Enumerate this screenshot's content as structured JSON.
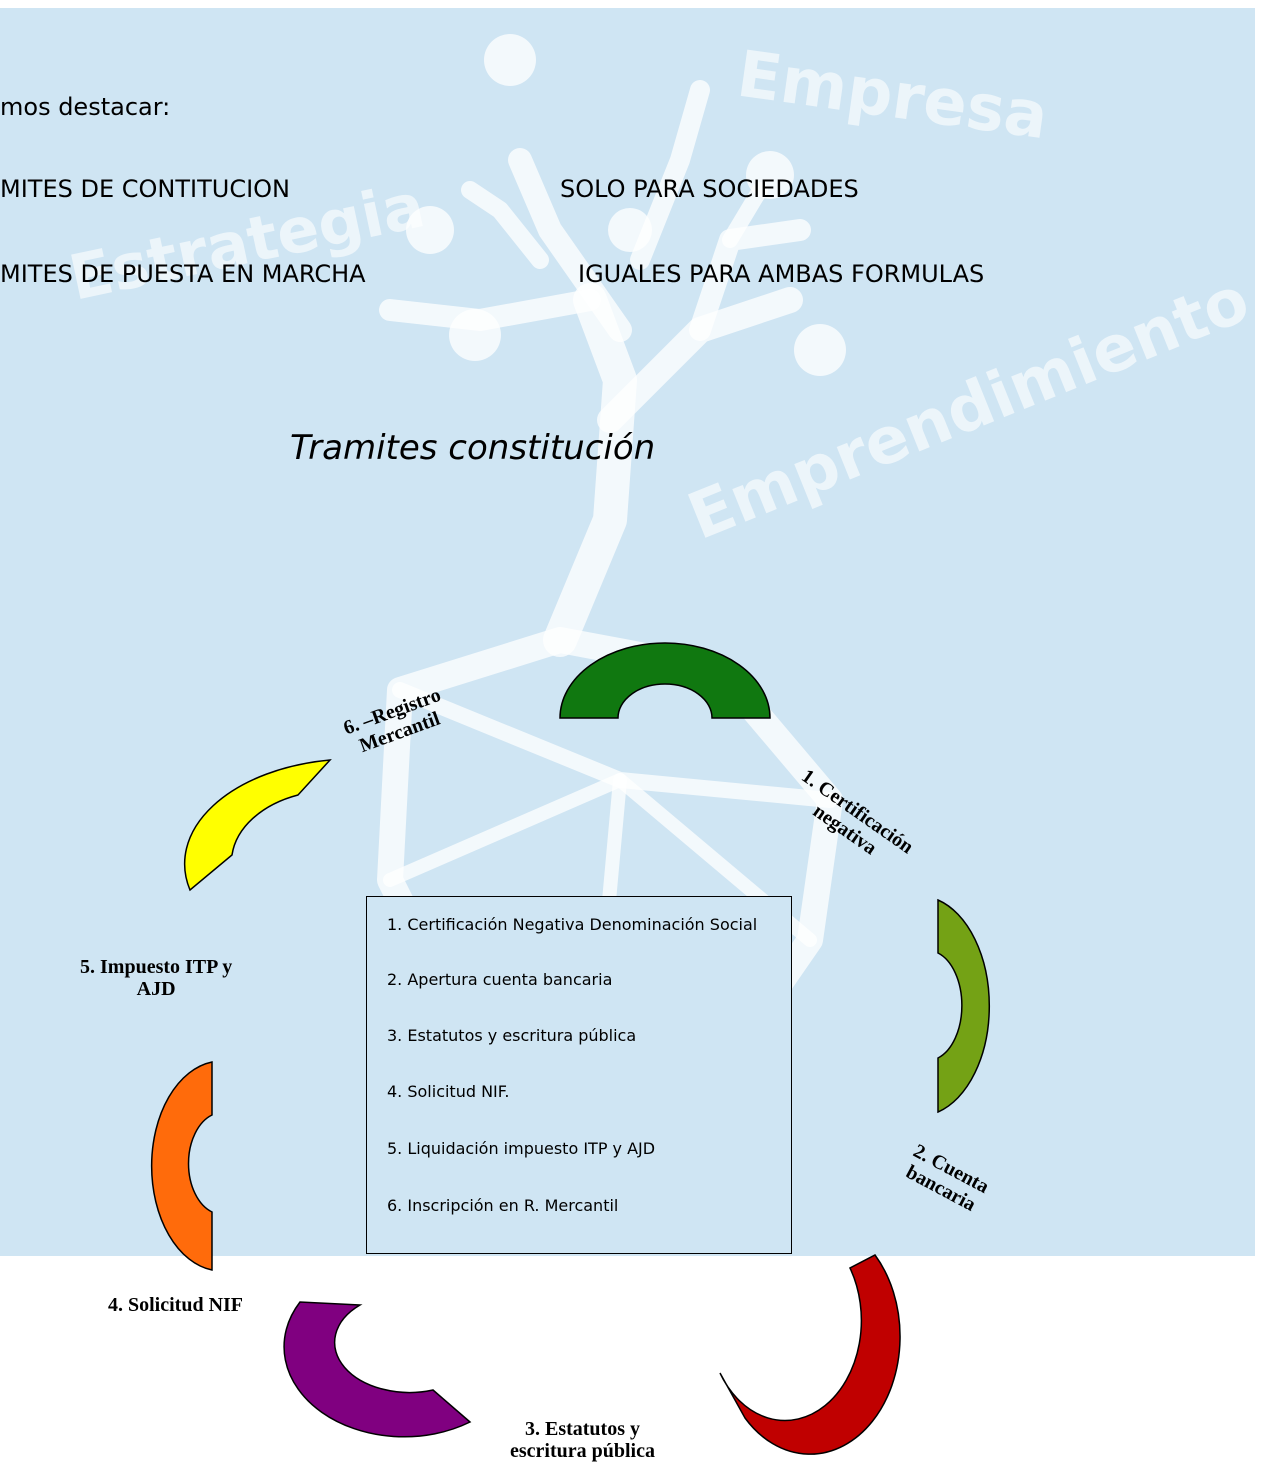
{
  "intro": {
    "lead": "mos destacar:",
    "rows": [
      {
        "left": "MITES DE CONTITUCION",
        "right": "SOLO PARA SOCIEDADES"
      },
      {
        "left": "MITES DE PUESTA EN MARCHA",
        "right": "IGUALES PARA AMBAS FORMULAS"
      }
    ]
  },
  "watermark": {
    "words": [
      "Empresa",
      "Estrategia",
      "Emprendimiento"
    ]
  },
  "subtitle": "Tramites constitución",
  "steps_box": {
    "items": [
      "1.  Certificación Negativa Denominación Social",
      "2. Apertura cuenta bancaria",
      "3. Estatutos y escritura pública",
      "4. Solicitud NIF.",
      "5. Liquidación impuesto ITP y AJD",
      "6. Inscripción en R. Mercantil"
    ]
  },
  "cycle": {
    "nodes": [
      {
        "label_lines": [
          "1. Certificación",
          "negativa"
        ],
        "color": "#107810"
      },
      {
        "label_lines": [
          "2. Cuenta",
          "bancaria"
        ],
        "color": "#74a215"
      },
      {
        "label_lines": [
          "3. Estatutos y",
          "escritura pública"
        ],
        "color": "#c00000"
      },
      {
        "label_lines": [
          "4. Solicitud NIF"
        ],
        "color": "#800080"
      },
      {
        "label_lines": [
          "5. Impuesto ITP y",
          "AJD"
        ],
        "color": "#ff6b0b"
      },
      {
        "label_lines": [
          "6. –Registro",
          "Mercantil"
        ],
        "color": "#ffff00"
      }
    ]
  }
}
